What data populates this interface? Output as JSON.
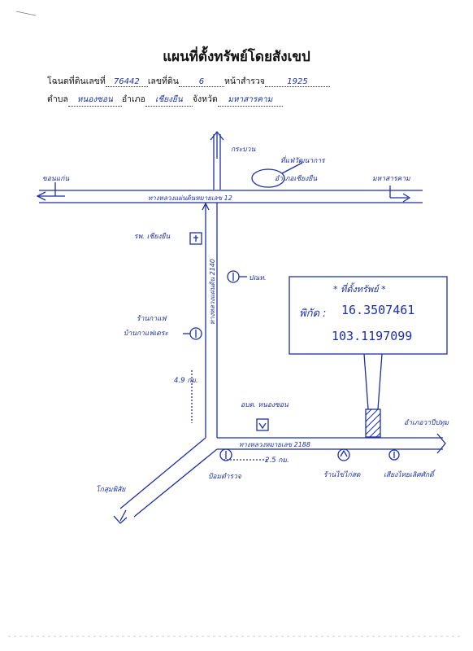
{
  "header": {
    "title": "แผนที่ตั้งทรัพย์โดยสังเขป",
    "deed_label": "โฉนดที่ดินเลขที่",
    "deed_value": "76442",
    "land_no_label": "เลขที่ดิน",
    "land_no_value": "6",
    "survey_label": "หน้าสำรวจ",
    "survey_value": "1925",
    "subdistrict_label": "ตำบล",
    "subdistrict_value": "หนองซอน",
    "district_label": "อำเภอ",
    "district_value": "เชียงยืน",
    "province_label": "จังหวัด",
    "province_value": "มหาสารคาม"
  },
  "map": {
    "north_label": "กระบวน",
    "office_label_1": "ที่แฟ่วัฒนาการ",
    "office_label_2": "อำเภอเชียงยืน",
    "west_dir": "ขอนแก่น",
    "east_dir": "มหาสารคาม",
    "highway_12": "ทางหลวงแผ่นดินหมายเลข 12",
    "hospital": "รพ. เชียงยืน",
    "vertical_road": "ทางหลวงแผ่นดิน 2140",
    "post_office": "ปณท.",
    "shop_1": "ร้านกาแฟ",
    "shop_2": "บ้านกาแฟเดระ",
    "dist_vertical": "4.9 กม.",
    "tambon_office": "อบต. หนองซอน",
    "road_2188": "ทางหลวงหมายเลข 2188",
    "east_road_dir": "อำเภอวาปีปทุม",
    "dist_horizontal": "2.5 กม.",
    "station": "ป้อมตำรวจ",
    "market": "ร้านไข่ไก่สด",
    "school": "เสียงไทยเลิศศักดิ์",
    "sw_dir": "โกสุมพิสัย",
    "location_box": {
      "heading": "ที่ตั้งทรัพย์",
      "coord_label": "พิกัด",
      "lat": "16.3507461",
      "lon": "103.1197099"
    }
  },
  "colors": {
    "ink": "#1b2fa6",
    "text": "#111111"
  }
}
